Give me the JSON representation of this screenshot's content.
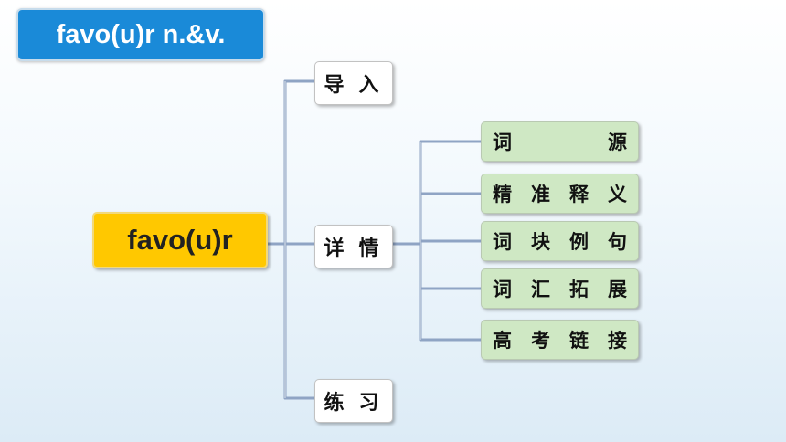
{
  "title": "favo(u)r  n.&v.",
  "root": "favo(u)r",
  "branches": [
    {
      "label": "导 入"
    },
    {
      "label": "详 情"
    },
    {
      "label": "练 习"
    }
  ],
  "leaves": [
    {
      "chars": [
        "词",
        "源"
      ]
    },
    {
      "chars": [
        "精",
        "准",
        "释",
        "义"
      ]
    },
    {
      "chars": [
        "词",
        "块",
        "例",
        "句"
      ]
    },
    {
      "chars": [
        "词",
        "汇",
        "拓",
        "展"
      ]
    },
    {
      "chars": [
        "高",
        "考",
        "链",
        "接"
      ]
    }
  ],
  "colors": {
    "title_bg": "#1a8ad8",
    "root_bg": "#ffc800",
    "leaf_bg": "#cfe8c4",
    "connector": "#8fa4c4"
  }
}
